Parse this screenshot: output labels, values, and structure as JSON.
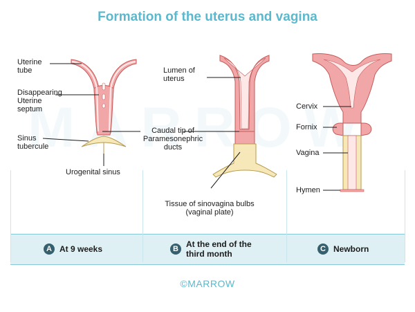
{
  "title": "Formation of the uterus and vagina",
  "watermark": "MARROW",
  "copyright": "©MARROW",
  "panel_a": {
    "labels": {
      "uterine_tube": "Uterine\ntube",
      "disappearing_septum": "Disappearing\nUterine\nseptum",
      "sinus_tubercule": "Sinus\ntubercule",
      "urogenital_sinus": "Urogenital sinus"
    }
  },
  "panel_b": {
    "labels": {
      "lumen": "Lumen of\nuterus",
      "caudal_tip": "Caudal tip of\nParamesonephric\nducts",
      "sinovaginal": "Tissue of sinovagina bulbs\n(vaginal plate)"
    }
  },
  "panel_c": {
    "labels": {
      "cervix": "Cervix",
      "fornix": "Fornix",
      "vagina": "Vagina",
      "hymen": "Hymen"
    }
  },
  "stages": [
    {
      "letter": "A",
      "text": "At 9 weeks"
    },
    {
      "letter": "B",
      "text": "At the end of the\nthird month"
    },
    {
      "letter": "C",
      "text": "Newborn"
    }
  ],
  "colors": {
    "title": "#5cb8cc",
    "tissue_pink": "#f1a7a7",
    "tissue_outline": "#c55a5a",
    "lumen": "#fde7e7",
    "plate_yellow": "#f6e8b8",
    "band": "#dff0f5"
  }
}
